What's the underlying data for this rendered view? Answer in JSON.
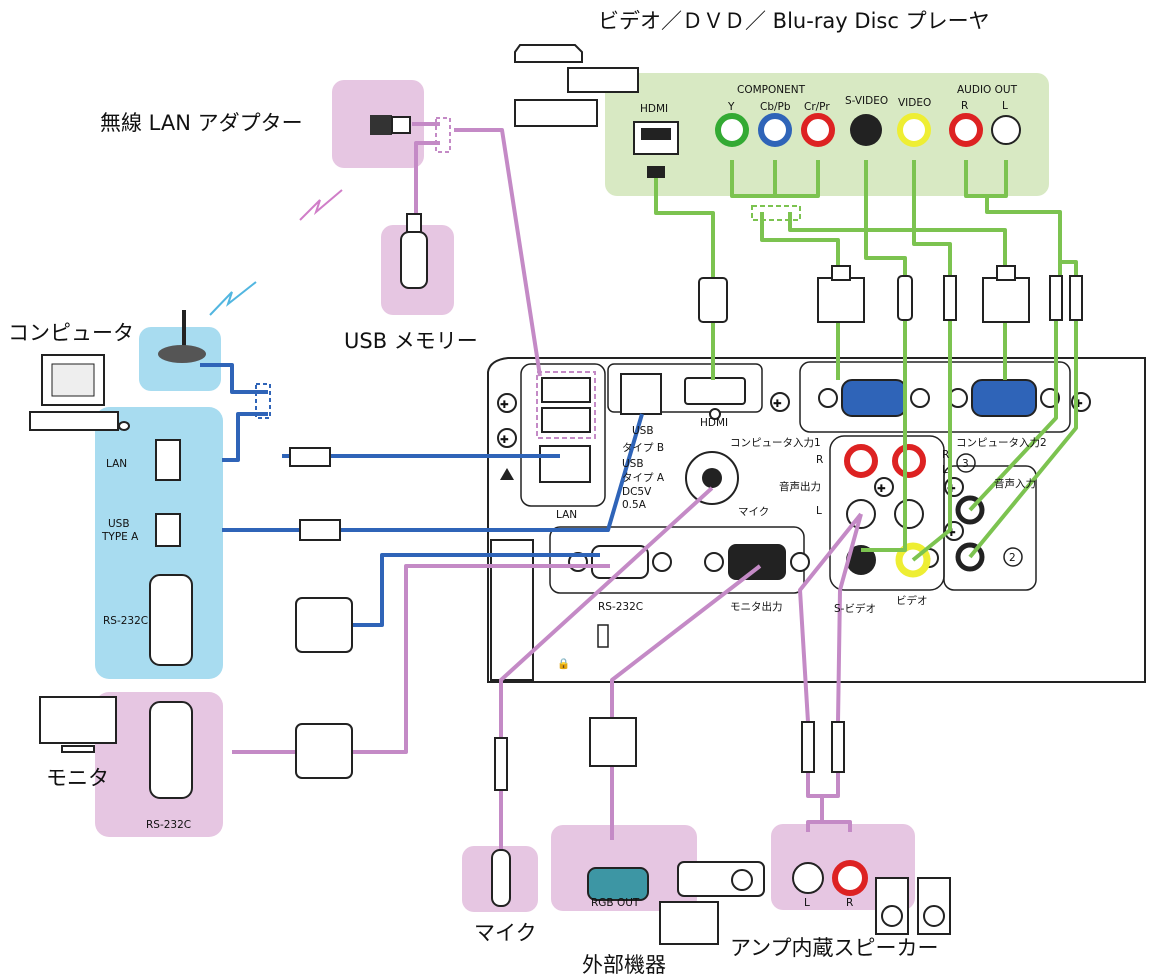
{
  "labels": {
    "player_title": "ビデオ／ＤＶＤ／ Blu-ray Disc プレーヤ",
    "wireless_adapter": "無線 LAN アダプター",
    "usb_memory": "USB メモリー",
    "computer": "コンピュータ",
    "monitor": "モニタ",
    "mic": "マイク",
    "external_device": "外部機器",
    "amp_speaker": "アンプ内蔵スピーカー"
  },
  "player_ports": {
    "component": "COMPONENT",
    "audio_out": "AUDIO OUT",
    "hdmi": "HDMI",
    "y": "Y",
    "cbpb": "Cb/Pb",
    "crpr": "Cr/Pr",
    "svideo": "S-VIDEO",
    "video": "VIDEO",
    "r": "R",
    "l": "L"
  },
  "computer_ports": {
    "lan": "LAN",
    "usb_type_a_1": "USB",
    "usb_type_a_2": "TYPE A",
    "rs232c": "RS-232C"
  },
  "monitor_ports": {
    "rs232c": "RS-232C"
  },
  "projector_ports": {
    "usb_b_1": "USB",
    "usb_b_2": "タイプ B",
    "usb_a_1": "USB",
    "usb_a_2": "タイプ A",
    "usb_a_3": "DC5V",
    "usb_a_4": "0.5A",
    "lan": "LAN",
    "hdmi": "HDMI",
    "mic": "マイク",
    "rs232c": "RS-232C",
    "monitor_out": "モニタ出力",
    "computer_in1": "コンピュータ入力1",
    "computer_in2": "コンピュータ入力2",
    "r": "R",
    "l": "L",
    "audio_out": "音声出力",
    "audio_in": "音声入力",
    "r_l": "R",
    "l_l": "L",
    "svideo": "S-ビデオ",
    "video": "ビデオ",
    "num3": "3",
    "num2": "2"
  },
  "external_ports": {
    "rgb_out": "RGB OUT"
  },
  "speaker_ports": {
    "l": "L",
    "r": "R"
  },
  "colors": {
    "purple_cable": "#c48ac6",
    "blue_cable": "#2f64b8",
    "green_cable": "#7cc350",
    "purple_zone": "#e6c6e2",
    "blue_zone": "#a8dcf0",
    "green_zone": "#d8e9c3"
  }
}
